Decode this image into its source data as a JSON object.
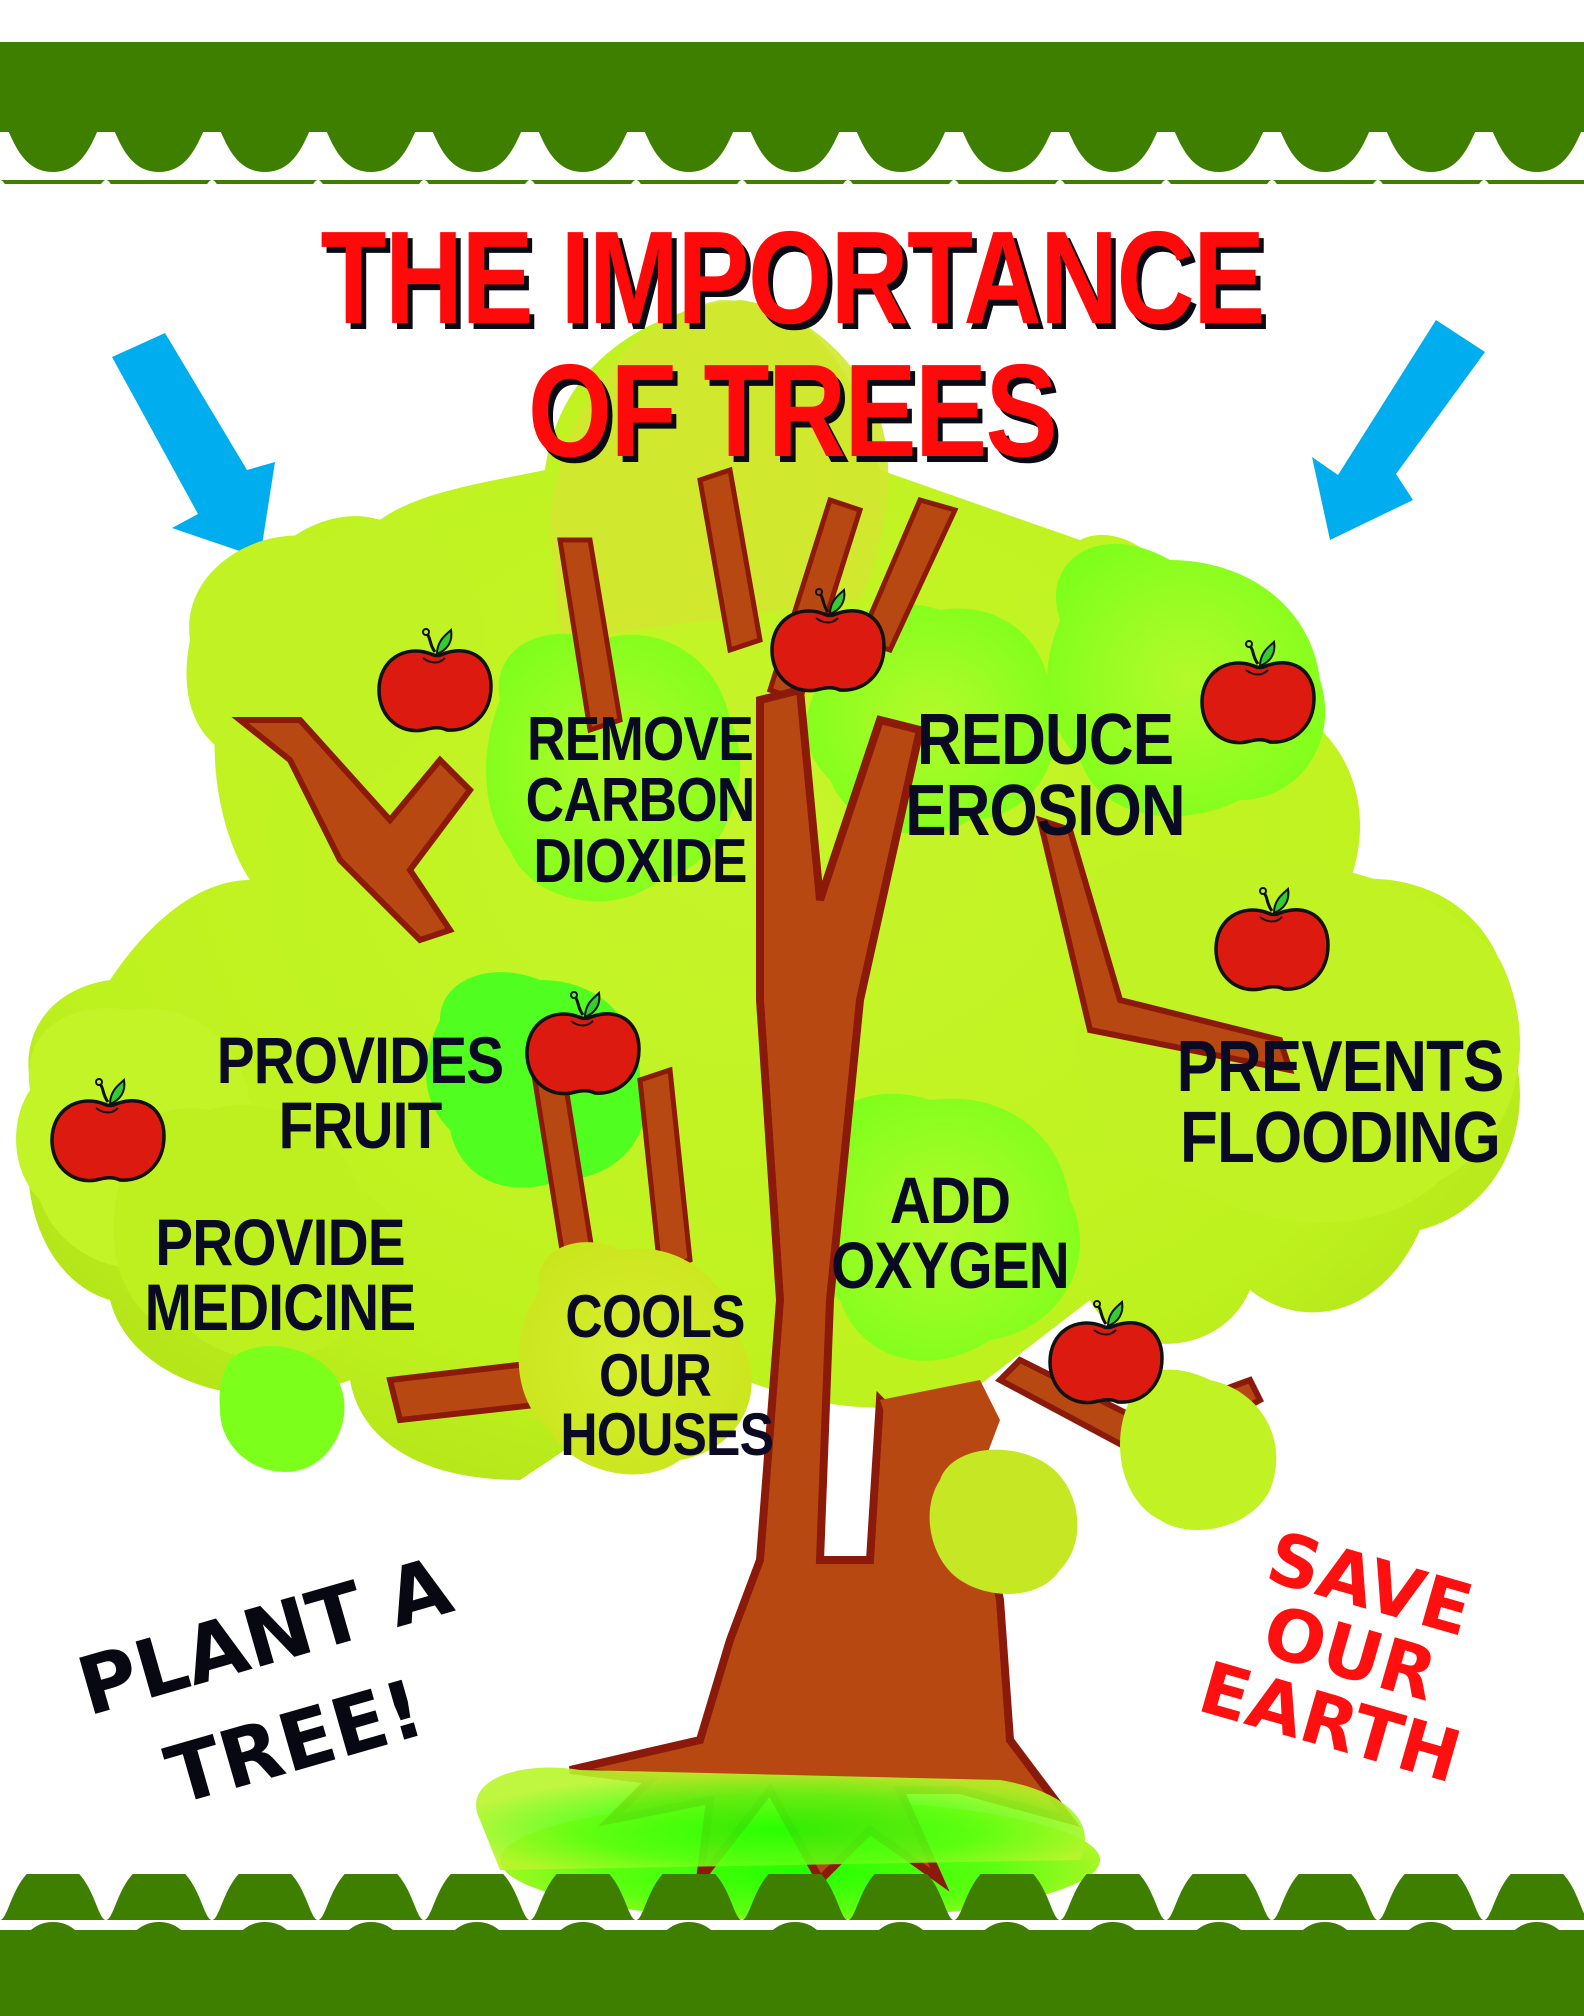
{
  "poster": {
    "title_line1": "THE IMPORTANCE",
    "title_line2": "OF TREES",
    "benefits": [
      {
        "line1": "REMOVE",
        "line2": "CARBON",
        "line3": "DIOXIDE"
      },
      {
        "line1": "REDUCE",
        "line2": "EROSION"
      },
      {
        "line1": "PROVIDES",
        "line2": "FRUIT"
      },
      {
        "line1": "PREVENTS",
        "line2": "FLOODING"
      },
      {
        "line1": "PROVIDE",
        "line2": "MEDICINE"
      },
      {
        "line1": "ADD",
        "line2": "OXYGEN"
      },
      {
        "line1": "COOLS",
        "line2": "OUR",
        "line3": "HOUSES"
      }
    ],
    "slogan_left": {
      "line1": "PLANT A",
      "line2": "TREE!"
    },
    "slogan_right": {
      "line1": "SAVE",
      "line2": "OUR",
      "line3": "EARTH"
    }
  },
  "icons": [
    "arrow-down-right-icon",
    "arrow-down-left-icon",
    "apple-icon"
  ],
  "colors": {
    "band_green": "#3F7F00",
    "title_red": "#FF0A0A",
    "arrow_blue": "#00AEEF",
    "canopy_lime": "#C0F224",
    "canopy_green": "#7CFF1A",
    "trunk_brown": "#B84812",
    "trunk_dark": "#8B1A0A",
    "apple_red": "#DD1A10",
    "slogan_red": "#FF1010"
  }
}
